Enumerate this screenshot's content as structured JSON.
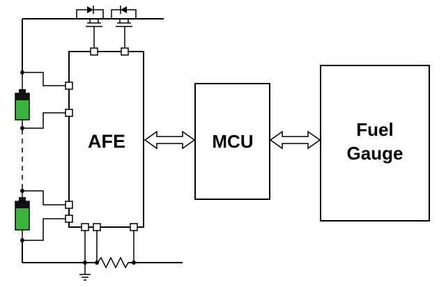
{
  "diagram": {
    "blocks": {
      "afe": {
        "label": "AFE"
      },
      "mcu": {
        "label": "MCU"
      },
      "fuel_gauge": {
        "label_line1": "Fuel",
        "label_line2": "Gauge"
      }
    },
    "colors": {
      "line": "#000000",
      "cell_fill": "#3cb43c",
      "cell_cap": "#111111",
      "background": "#ffffff"
    },
    "icons": [
      "battery-cell-icon",
      "mosfet-icon",
      "resistor-icon",
      "ground-icon",
      "bidirectional-arrow-icon"
    ]
  }
}
